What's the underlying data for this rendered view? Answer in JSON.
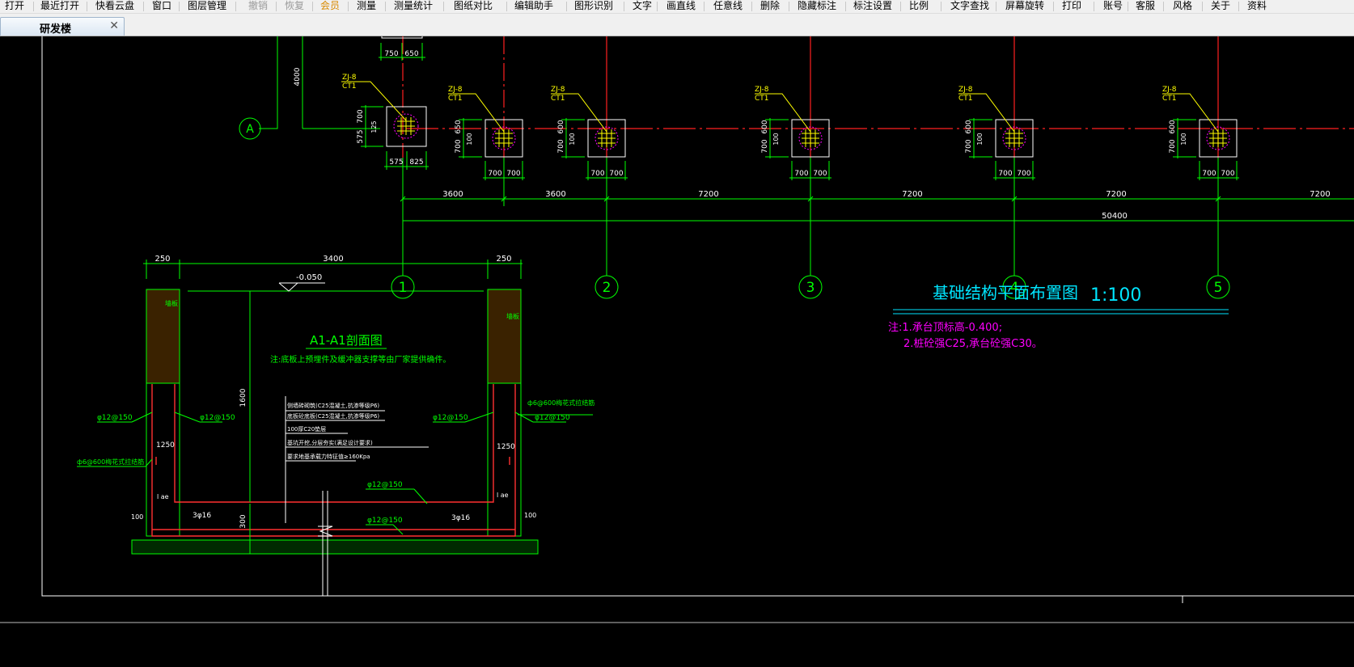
{
  "menu": {
    "items": [
      {
        "key": "open",
        "label": "打开",
        "state": "normal"
      },
      {
        "key": "recent",
        "label": "最近打开",
        "state": "normal"
      },
      {
        "key": "cloud",
        "label": "快看云盘",
        "state": "normal"
      },
      {
        "key": "window",
        "label": "窗口",
        "state": "normal"
      },
      {
        "key": "layer",
        "label": "图层管理",
        "state": "normal"
      },
      {
        "key": "undo",
        "label": "撤销",
        "state": "disabled"
      },
      {
        "key": "redo",
        "label": "恢复",
        "state": "disabled"
      },
      {
        "key": "vip",
        "label": "会员",
        "state": "member"
      },
      {
        "key": "measure",
        "label": "测量",
        "state": "normal"
      },
      {
        "key": "measure_stats",
        "label": "测量统计",
        "state": "normal"
      },
      {
        "key": "compare",
        "label": "图纸对比",
        "state": "normal"
      },
      {
        "key": "edit_helper",
        "label": "编辑助手",
        "state": "normal"
      },
      {
        "key": "recognize",
        "label": "图形识别",
        "state": "normal"
      },
      {
        "key": "text",
        "label": "文字",
        "state": "normal"
      },
      {
        "key": "line",
        "label": "画直线",
        "state": "normal"
      },
      {
        "key": "polyline",
        "label": "任意线",
        "state": "normal"
      },
      {
        "key": "delete",
        "label": "删除",
        "state": "normal"
      },
      {
        "key": "hide_annot",
        "label": "隐藏标注",
        "state": "normal"
      },
      {
        "key": "annot_settings",
        "label": "标注设置",
        "state": "normal"
      },
      {
        "key": "scale",
        "label": "比例",
        "state": "normal"
      },
      {
        "key": "text_find",
        "label": "文字查找",
        "state": "normal"
      },
      {
        "key": "rotate",
        "label": "屏幕旋转",
        "state": "normal"
      },
      {
        "key": "print",
        "label": "打印",
        "state": "normal"
      },
      {
        "key": "account",
        "label": "账号",
        "state": "normal"
      },
      {
        "key": "service",
        "label": "客服",
        "state": "normal"
      },
      {
        "key": "style",
        "label": "风格",
        "state": "normal"
      },
      {
        "key": "about",
        "label": "关于",
        "state": "normal"
      },
      {
        "key": "resources",
        "label": "资料",
        "state": "normal"
      }
    ]
  },
  "tab": {
    "label": "研发楼",
    "close_icon": "close-icon"
  },
  "drawing": {
    "colors": {
      "background": "#000000",
      "dim": "#00ff00",
      "axis": "#ff2020",
      "grid_line": "#ff2020",
      "leader": "#ffff00",
      "outline": "#ffffff",
      "title": "#00e5ff",
      "note": "#ff00ff",
      "rebar": "#ff3030"
    },
    "axis_a_label": "A",
    "axis_labels": [
      "1",
      "2",
      "3",
      "4",
      "5"
    ],
    "pile_label": "ZJ-8",
    "cap_label": "CT1",
    "top_dims": [
      "750",
      "650"
    ],
    "dim_4000": "4000",
    "pile1_dims": {
      "v": [
        "700",
        "125",
        "575"
      ],
      "h": [
        "575",
        "825"
      ]
    },
    "pile_dims": {
      "v1": "700",
      "v2": "650",
      "h": [
        "700",
        "700"
      ]
    },
    "pile_dims_alt": {
      "v1": "700",
      "v2": "600"
    },
    "pile_center_dim": "100",
    "span_dims": [
      "3600",
      "3600",
      "7200",
      "7200",
      "7200",
      "7200"
    ],
    "total_span": "50400",
    "plan_title": "基础结构平面布置图",
    "plan_scale": "1:100",
    "notes": [
      "注:1.承台顶标高-0.400;",
      "2.桩砼强C25,承台砼强C30。"
    ],
    "section": {
      "title": "A1-A1剖面图",
      "subtitle": "注:底板上预埋件及缓冲器支撑等由厂家提供确件。",
      "top_dims": [
        "250",
        "3400",
        "250"
      ],
      "level": "-0.050",
      "wall_tag": "墙板",
      "height_dim": "1600",
      "layers": [
        "侧墙砖砌筑(C25混凝土,抗渗等级P6)",
        "底板砼底板(C25混凝土,抗渗等级P6)",
        "100厚C20垫层",
        "基坑开挖,分层夯实(满足设计要求)",
        "要求地基承载力特征值≥160Kpa"
      ],
      "rebar_labels": {
        "left_out": "φ12@150",
        "left_in": "φ12@150",
        "right_in": "φ12@150",
        "right_out": "φ12@150",
        "bottom": "φ12@150",
        "bottom2": "φ12@150"
      },
      "stirrup_left": "ф6@600梅花式拉结筋",
      "stirrup_right": "ф6@600梅花式拉结筋",
      "anchor": "1250",
      "bottom_bars": "3φ16",
      "bottom_bars_right": "3φ16",
      "slab_dim": "300",
      "pad_dim": "100",
      "pad_dim_right": "100",
      "lae": "l ae"
    }
  }
}
